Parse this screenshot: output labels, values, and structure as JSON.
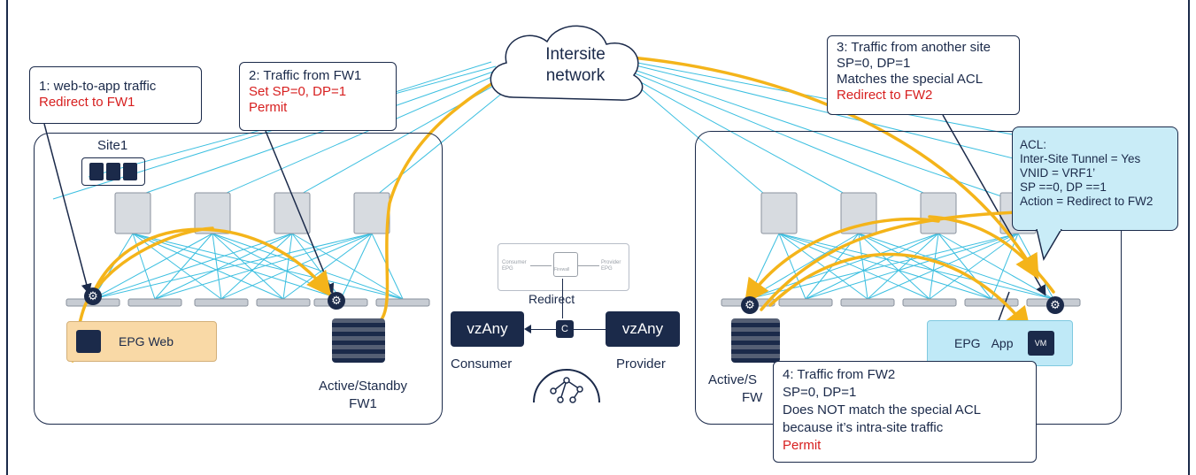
{
  "cloud": {
    "line1": "Intersite",
    "line2": "network"
  },
  "callouts": {
    "c1": {
      "line1": "1: web-to-app traffic",
      "line2": "Redirect to FW1"
    },
    "c2": {
      "line1": "2: Traffic from FW1",
      "line2": "Set SP=0, DP=1",
      "line3": "Permit"
    },
    "c3": {
      "line1": "3: Traffic from another site",
      "line2": "SP=0, DP=1",
      "line3": "Matches the special ACL",
      "line4": "Redirect to FW2"
    },
    "c4": {
      "line1": "4: Traffic from FW2",
      "line2": "SP=0, DP=1",
      "line3": "Does NOT match the special ACL",
      "line4": "because it’s intra-site traffic",
      "line5": "Permit"
    }
  },
  "acl": {
    "line1": "ACL:",
    "line2": "Inter-Site Tunnel = Yes",
    "line3": "VNID = VRF1’",
    "line4": "SP ==0, DP ==1",
    "line5": "Action = Redirect to FW2"
  },
  "site1": {
    "label": "Site1"
  },
  "epg_web": {
    "label": "EPG Web"
  },
  "epg_app": {
    "label1": "EPG",
    "label2": "App",
    "vm": "VM"
  },
  "fw1": {
    "line1": "Active/Standby",
    "line2": "FW1"
  },
  "fw2": {
    "line1": "Active/S",
    "line2": "FW"
  },
  "contract": {
    "consumer_box": "vzAny",
    "provider_box": "vzAny",
    "consumer_label": "Consumer",
    "provider_label": "Provider",
    "contract_letter": "C",
    "redirect": "Redirect",
    "graph_consumer": "Consumer EPG",
    "graph_firewall": "Firewall",
    "graph_provider": "Provider EPG"
  },
  "colors": {
    "navy": "#1b2a4a",
    "red": "#d71f1f",
    "cyan": "#3bbfe0",
    "yellow": "#f4b41a",
    "epg_web_fill": "#f9d9a6",
    "epg_app_fill": "#bfe9f7"
  }
}
